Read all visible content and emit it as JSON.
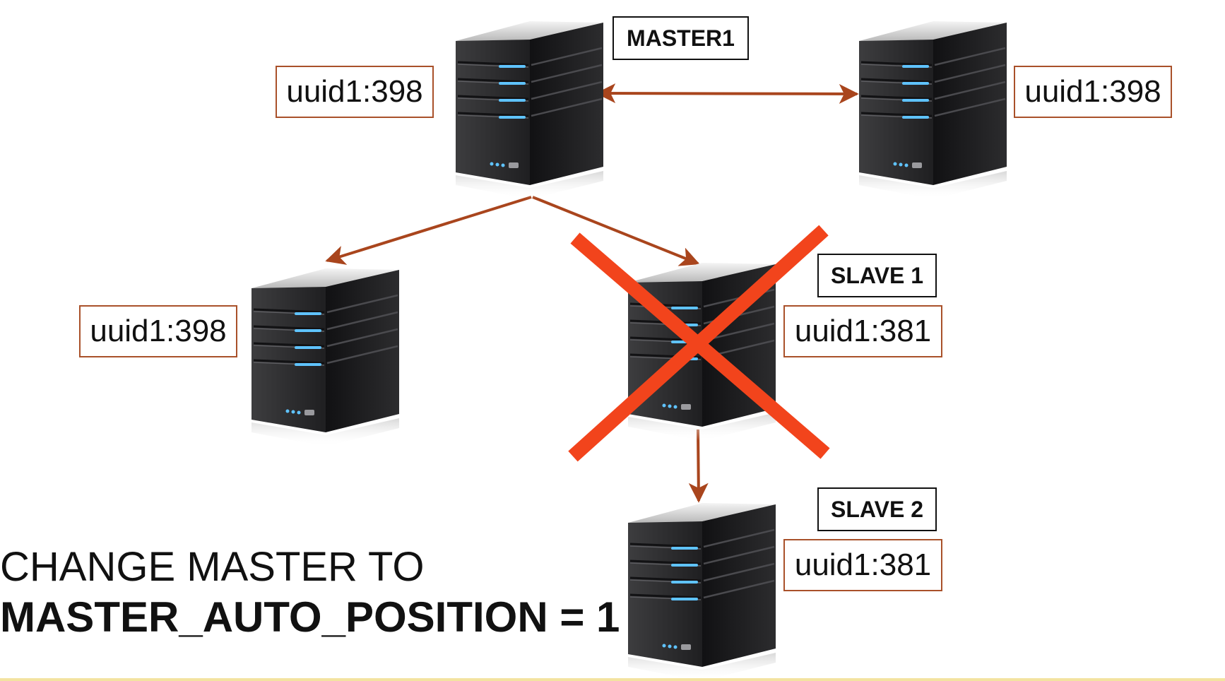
{
  "colors": {
    "background": "#ffffff",
    "arrow": "#a9451d",
    "gtid_border": "#a9512a",
    "role_border": "#111111",
    "cross": "#f2441c",
    "led": "#5fc3ff",
    "bottom_rule": "#f3e3a0"
  },
  "servers": [
    {
      "id": "master1",
      "role": "MASTER1",
      "gtid": "uuid1:398",
      "failed": false,
      "icon": "server-icon"
    },
    {
      "id": "master2",
      "role": "",
      "gtid": "uuid1:398",
      "failed": false,
      "icon": "server-icon"
    },
    {
      "id": "slave-left",
      "role": "",
      "gtid": "uuid1:398",
      "failed": false,
      "icon": "server-icon"
    },
    {
      "id": "slave1",
      "role": "SLAVE 1",
      "gtid": "uuid1:381",
      "failed": true,
      "icon": "server-icon"
    },
    {
      "id": "slave2",
      "role": "SLAVE 2",
      "gtid": "uuid1:381",
      "failed": false,
      "icon": "server-icon"
    }
  ],
  "links": [
    {
      "from": "master1",
      "to": "master2",
      "bidirectional": true
    },
    {
      "from": "master1",
      "to": "slave-left",
      "bidirectional": false
    },
    {
      "from": "master1",
      "to": "slave1",
      "bidirectional": false
    },
    {
      "from": "slave1",
      "to": "slave2",
      "bidirectional": false
    }
  ],
  "command": {
    "line1": "CHANGE MASTER TO",
    "line2": "MASTER_AUTO_POSITION = 1"
  }
}
